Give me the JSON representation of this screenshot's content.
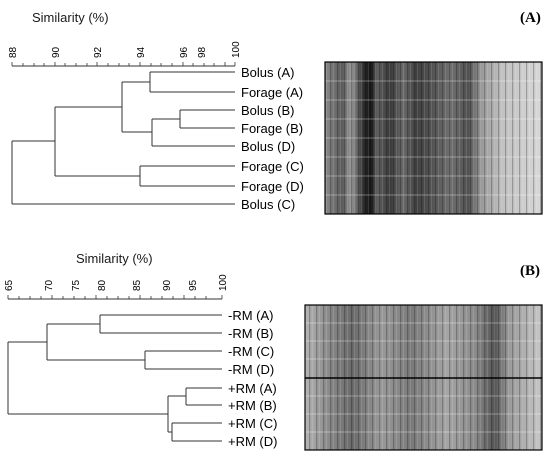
{
  "panels": [
    {
      "letter": "(A)",
      "axis_title": "Similarity (%)",
      "ticks": [
        88,
        90,
        92,
        94,
        96,
        98,
        100
      ],
      "leaves": [
        "Bolus (A)",
        "Forage (A)",
        "Bolus (B)",
        "Forage (B)",
        "Bolus (D)",
        "Forage (C)",
        "Forage (D)",
        "Bolus (C)"
      ]
    },
    {
      "letter": "(B)",
      "axis_title": "Similarity (%)",
      "ticks": [
        65,
        70,
        75,
        80,
        85,
        90,
        95,
        100
      ],
      "leaves": [
        "-RM (A)",
        "-RM (B)",
        "-RM (C)",
        "-RM (D)",
        "+RM (A)",
        "+RM (B)",
        "+RM (C)",
        "+RM (D)"
      ]
    }
  ],
  "colors": {
    "lines": "#333333",
    "text": "#1a1a1a",
    "gel_border": "#000000"
  }
}
